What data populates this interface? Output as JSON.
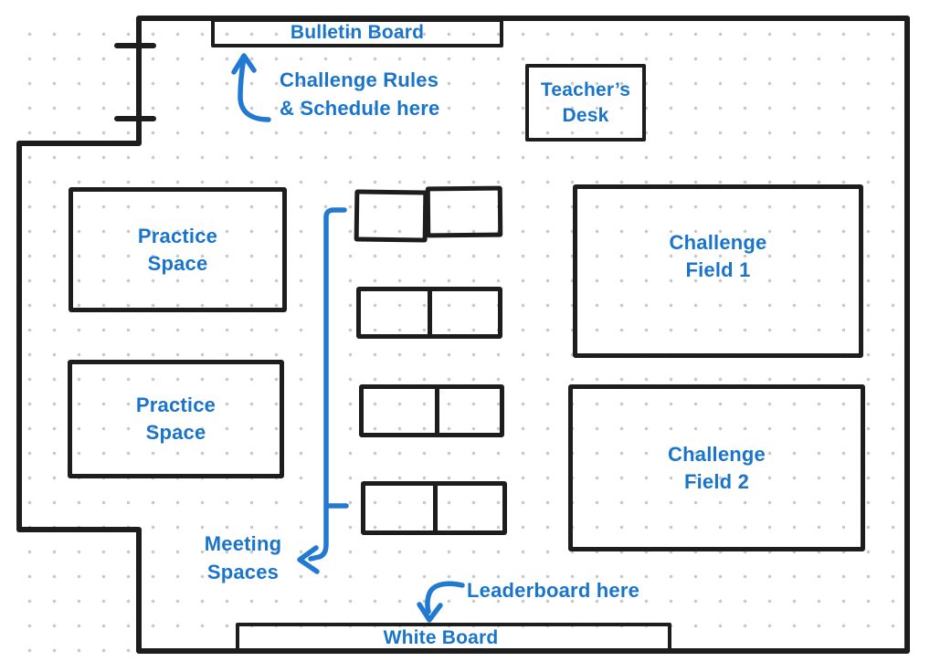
{
  "colors": {
    "annotation_blue": "#1a75ca",
    "arrow_blue": "#2279d2",
    "wall_dark": "#1d1d1d",
    "dot_gray": "#c9c9cc"
  },
  "rooms": {
    "bulletin_board": {
      "label": "Bulletin Board"
    },
    "teachers_desk": {
      "label": "Teacher’s\nDesk"
    },
    "practice_space_1": {
      "label": "Practice\nSpace"
    },
    "practice_space_2": {
      "label": "Practice\nSpace"
    },
    "challenge_field_1": {
      "label": "Challenge\nField 1"
    },
    "challenge_field_2": {
      "label": "Challenge\nField 2"
    },
    "white_board": {
      "label": "White Board"
    }
  },
  "annotations": {
    "rules_note": {
      "label": "Challenge Rules\n& Schedule here",
      "arrow_icon": "curved-arrow-up"
    },
    "meeting_note": {
      "label": "Meeting\nSpaces",
      "arrow_icon": "bracket-arrow-left"
    },
    "leaderboard_note": {
      "label": "Leaderboard here",
      "arrow_icon": "curved-arrow-down"
    }
  }
}
